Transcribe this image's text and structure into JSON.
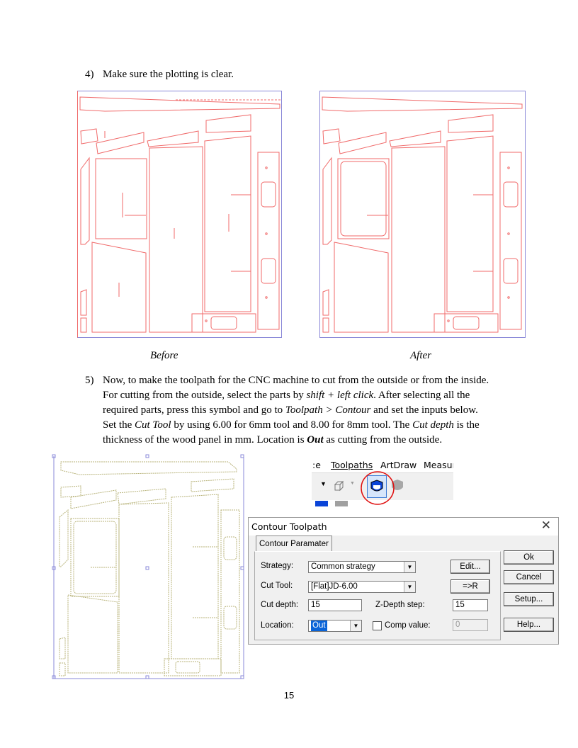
{
  "step4": {
    "number": "4)",
    "text": "Make sure the plotting is clear."
  },
  "captions": {
    "before": "Before",
    "after": "After"
  },
  "step5": {
    "number": "5)",
    "line1": "Now, to make the toolpath for the CNC machine to cut from the outside or from the inside.",
    "line2_a": "For cutting from the outside, select the parts by ",
    "line2_em": "shift + left click",
    "line2_b": ". After selecting all the",
    "line3_a": "required parts, press this symbol and go to ",
    "line3_em": "Toolpath > Contour",
    "line3_b": " and set the inputs below.",
    "line4_a": "Set the ",
    "line4_em1": "Cut Tool",
    "line4_b": " by using 6.00 for 6mm tool and 8.00 for 8mm tool. The ",
    "line4_em2": "Cut depth",
    "line4_c": " is the",
    "line5_a": "thickness of the wood panel in mm. Location is ",
    "line5_em": "Out",
    "line5_b": " as cutting from the outside."
  },
  "menubar": {
    "item1": ":e",
    "item2": "Toolpaths",
    "item3": "ArtDraw",
    "item4": "Measur"
  },
  "dialog": {
    "title": "Contour Toolpath",
    "tab": "Contour Paramater",
    "strategy_label": "Strategy:",
    "strategy_value": "Common strategy",
    "cut_tool_label": "Cut Tool:",
    "cut_tool_value": "[Flat]JD-6.00",
    "cut_depth_label": "Cut depth:",
    "cut_depth_value": "15",
    "zdepth_label": "Z-Depth step:",
    "zdepth_value": "15",
    "location_label": "Location:",
    "location_value": "Out",
    "comp_label": "Comp value:",
    "comp_value": "0",
    "edit_button": "Edit...",
    "r_button": "=>R",
    "ok_button": "Ok",
    "cancel_button": "Cancel",
    "setup_button": "Setup...",
    "help_button": "Help..."
  },
  "page_number": "15",
  "colors": {
    "plot_red": "#f06a6a",
    "plot_olive": "#b8b37a",
    "frame_blue": "#8a88d8",
    "highlight_red": "#e01010",
    "selection_blue": "#0a64d8"
  }
}
